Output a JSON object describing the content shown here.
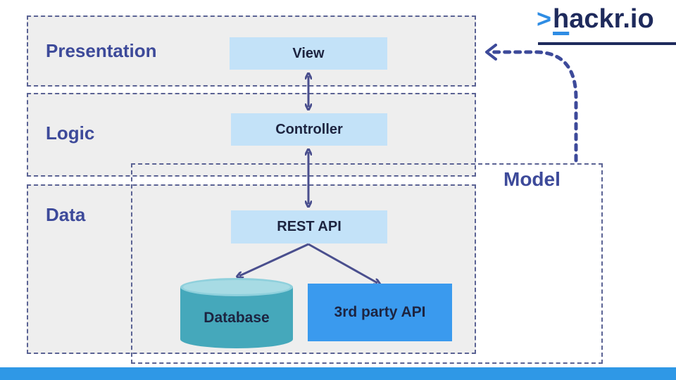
{
  "logo": {
    "gt": ">",
    "h": "h",
    "rest": "ackr.io"
  },
  "layers": {
    "presentation": "Presentation",
    "logic": "Logic",
    "data": "Data"
  },
  "model_label": "Model",
  "components": {
    "view": "View",
    "controller": "Controller",
    "rest_api": "REST API",
    "database": "Database",
    "third_party_api": "3rd party API"
  },
  "colors": {
    "layer_fill": "#eeeeee",
    "dash_border": "#5b6394",
    "label_text": "#3d4a9a",
    "component_fill": "#c3e2f8",
    "database_fill": "#45a8bb",
    "third_party_fill": "#3a9aee",
    "arrow": "#4a4f8e",
    "brand_blue": "#2f98e6",
    "brand_navy": "#1e2a5c"
  }
}
